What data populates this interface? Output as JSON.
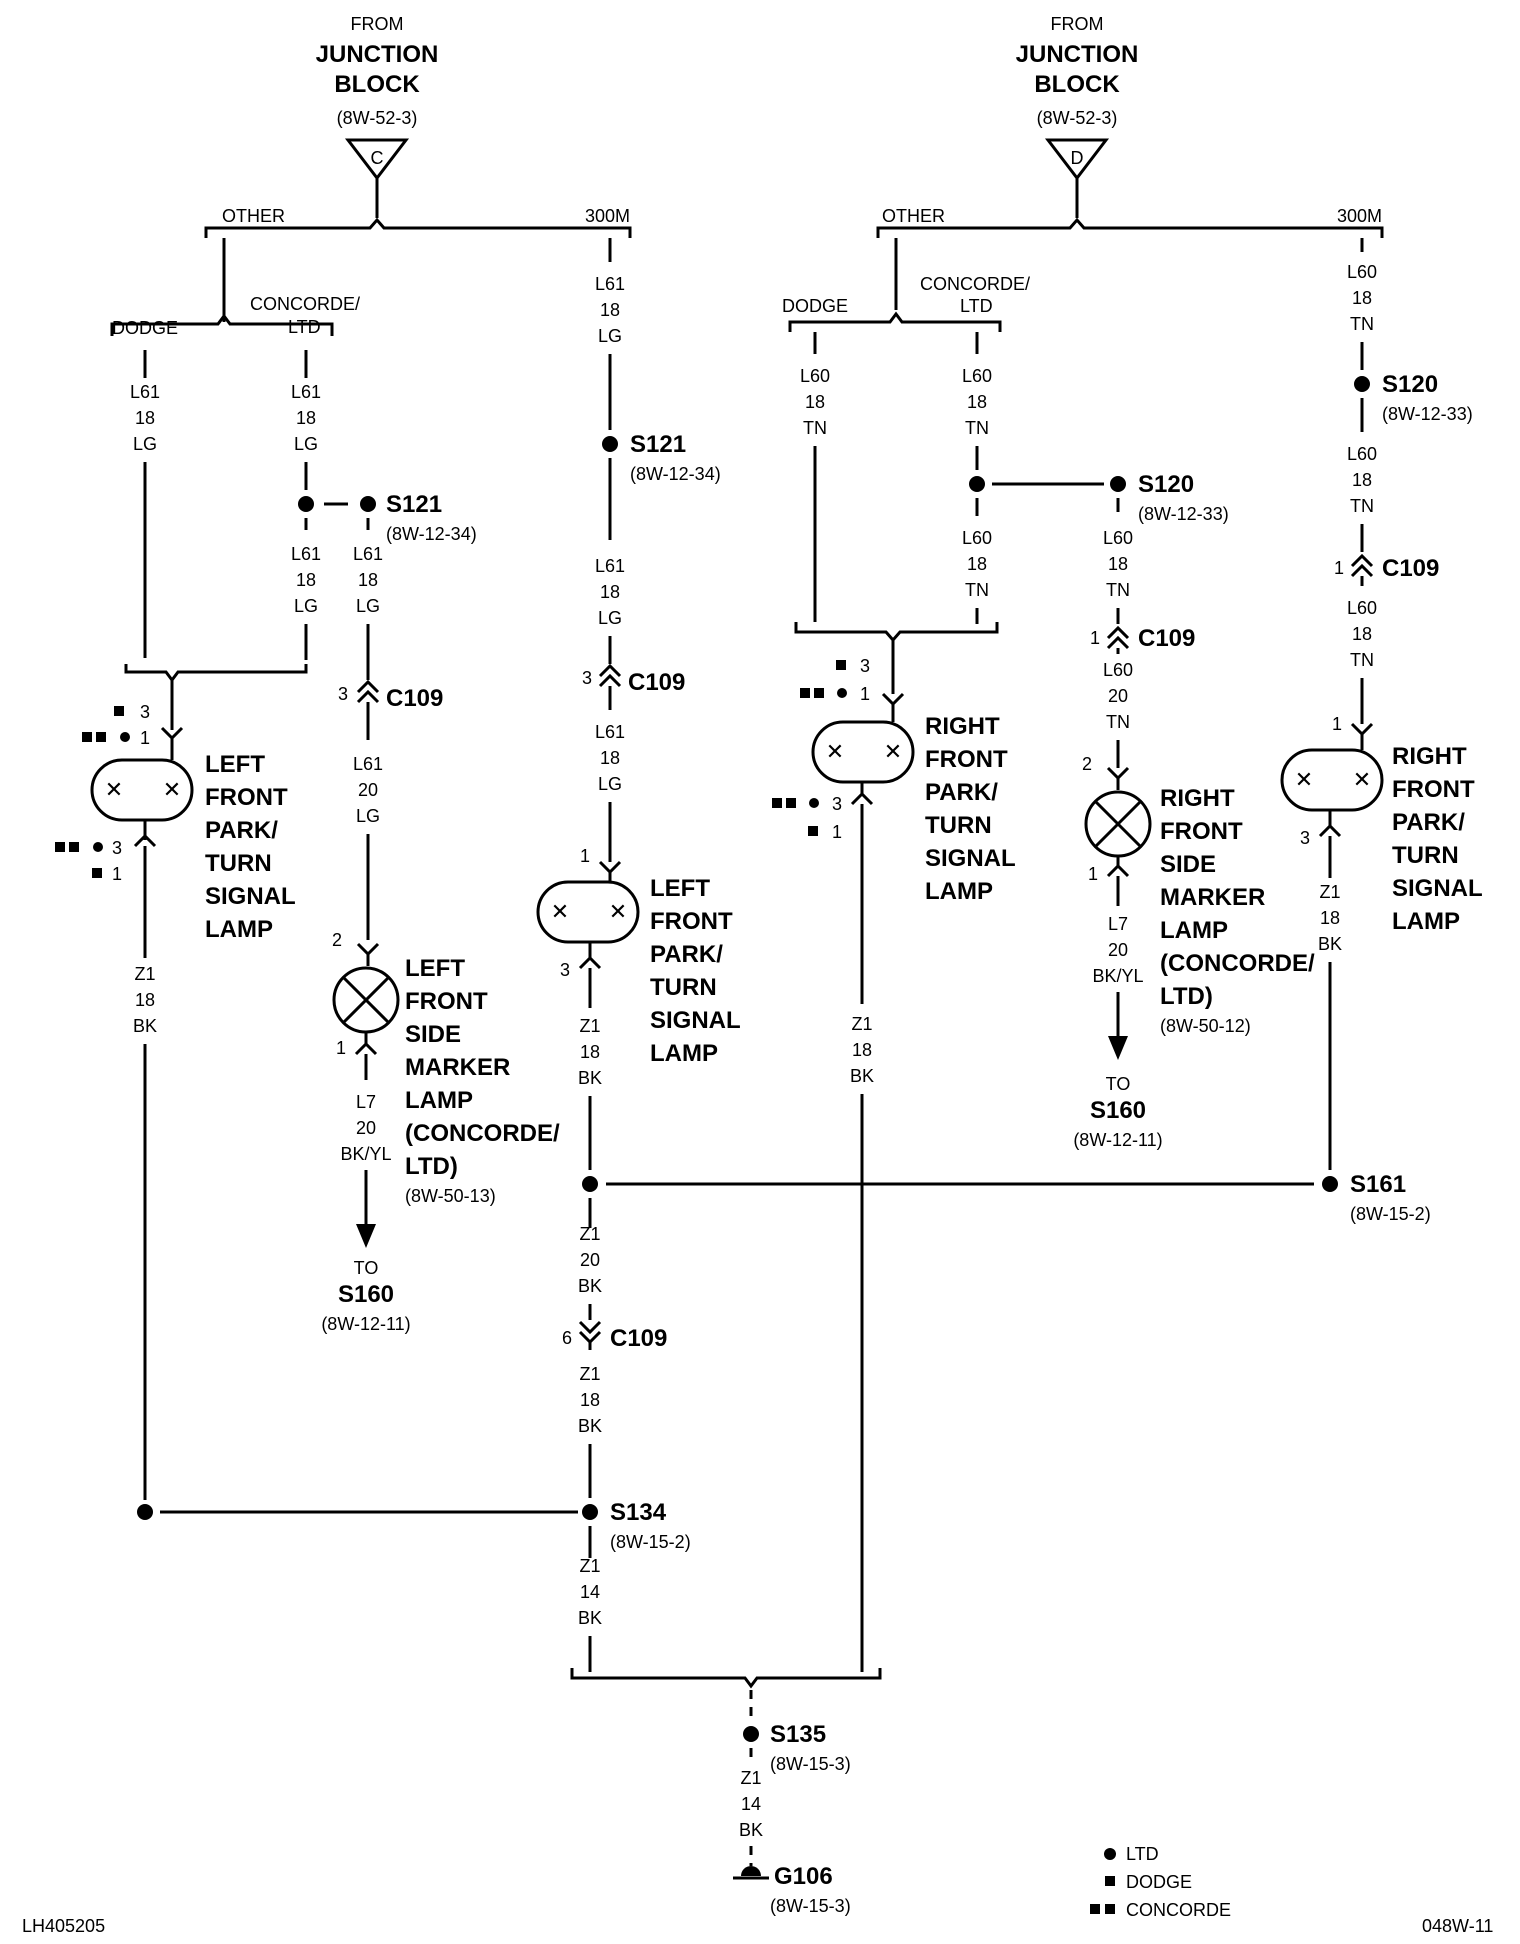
{
  "junction_left": {
    "from": "FROM",
    "name1": "JUNCTION",
    "name2": "BLOCK",
    "ref": "(8W-52-3)",
    "pin": "C"
  },
  "junction_right": {
    "from": "FROM",
    "name1": "JUNCTION",
    "name2": "BLOCK",
    "ref": "(8W-52-3)",
    "pin": "D"
  },
  "branches": {
    "other": "OTHER",
    "m300": "300M",
    "dodge": "DODGE",
    "concorde1": "CONCORDE/",
    "concorde2": "LTD"
  },
  "wires": {
    "l61": "L61",
    "l60": "L60",
    "l7": "L7",
    "z1": "Z1",
    "g18": "18",
    "g20": "20",
    "g14": "14",
    "lg": "LG",
    "tn": "TN",
    "bk": "BK",
    "bkyl": "BK/YL"
  },
  "splices": {
    "s121": "S121",
    "s121_ref": "(8W-12-34)",
    "s120": "S120",
    "s120_ref": "(8W-12-33)",
    "s161": "S161",
    "s161_ref": "(8W-15-2)",
    "s134": "S134",
    "s134_ref": "(8W-15-2)",
    "s135": "S135",
    "s135_ref": "(8W-15-3)",
    "s160": "S160",
    "s160_ref": "(8W-12-11)",
    "g106": "G106",
    "g106_ref": "(8W-15-3)",
    "to": "TO"
  },
  "connector": {
    "c109": "C109"
  },
  "pins": {
    "p1": "1",
    "p2": "2",
    "p3": "3",
    "p6": "6"
  },
  "lamps": {
    "left_park": [
      "LEFT",
      "FRONT",
      "PARK/",
      "TURN",
      "SIGNAL",
      "LAMP"
    ],
    "right_park": [
      "RIGHT",
      "FRONT",
      "PARK/",
      "TURN",
      "SIGNAL",
      "LAMP"
    ],
    "left_marker": [
      "LEFT",
      "FRONT",
      "SIDE",
      "MARKER",
      "LAMP",
      "(CONCORDE/",
      "LTD)"
    ],
    "right_marker": [
      "RIGHT",
      "FRONT",
      "SIDE",
      "MARKER",
      "LAMP",
      "(CONCORDE/",
      "LTD)"
    ],
    "left_marker_ref": "(8W-50-13)",
    "right_marker_ref": "(8W-50-12)"
  },
  "legend": {
    "ltd": "LTD",
    "dodge": "DODGE",
    "concorde": "CONCORDE"
  },
  "footer": {
    "left_code": "LH405205",
    "right_code": "048W-11"
  }
}
